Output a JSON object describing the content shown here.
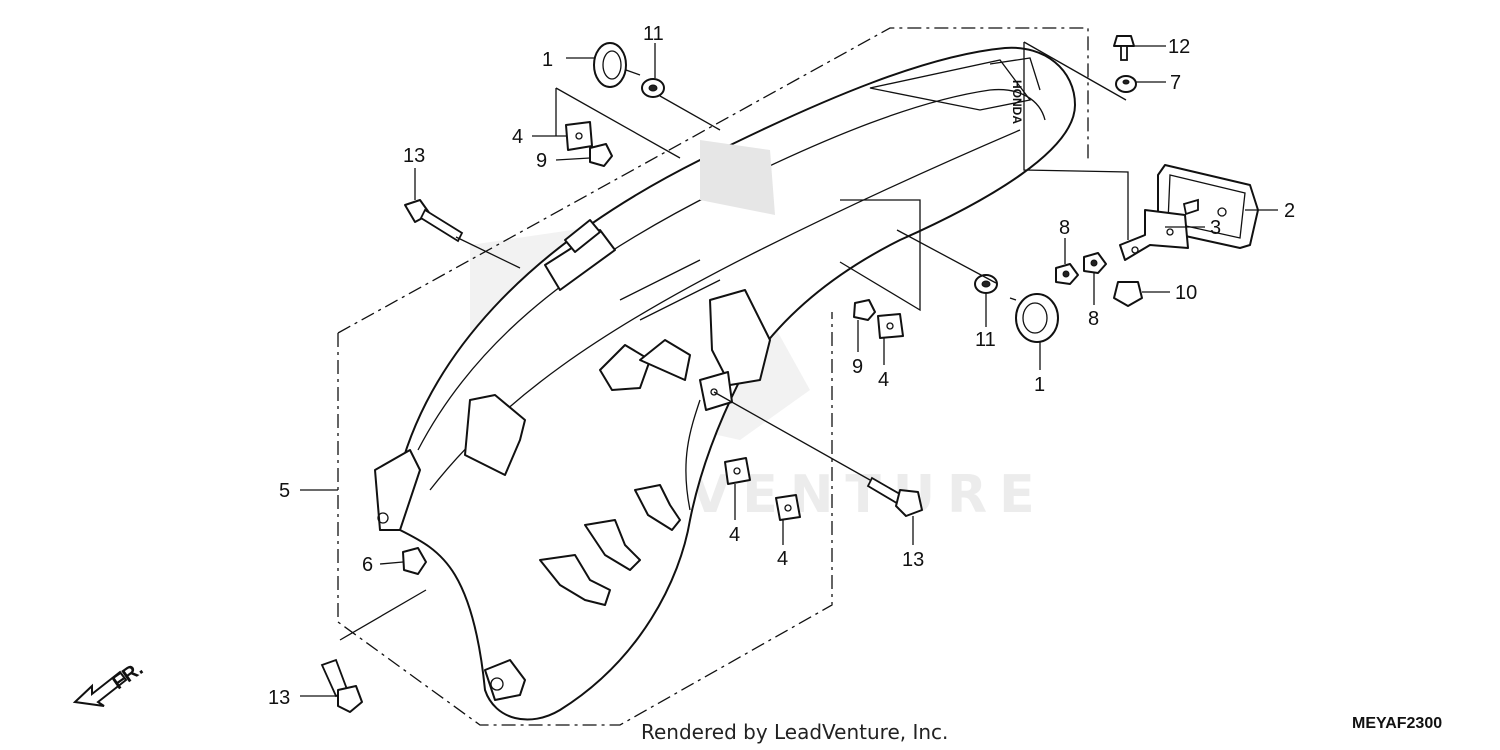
{
  "diagram": {
    "part_numbers": {
      "p1a": "1",
      "p11a": "11",
      "p12": "12",
      "p7": "7",
      "p4a": "4",
      "p9a": "9",
      "p13a": "13",
      "p2": "2",
      "p3": "3",
      "p10": "10",
      "p8a": "8",
      "p8b": "8",
      "p11b": "11",
      "p1b": "1",
      "p9b": "9",
      "p4b": "4",
      "p5": "5",
      "p4c": "4",
      "p4d": "4",
      "p13b": "13",
      "p6": "6",
      "p13c": "13"
    },
    "fender_logo": "HONDA",
    "direction_label": "FR.",
    "watermark": "LEADVENTURE",
    "credit": "Rendered by LeadVenture, Inc.",
    "diagram_code": "MEYAF2300"
  }
}
